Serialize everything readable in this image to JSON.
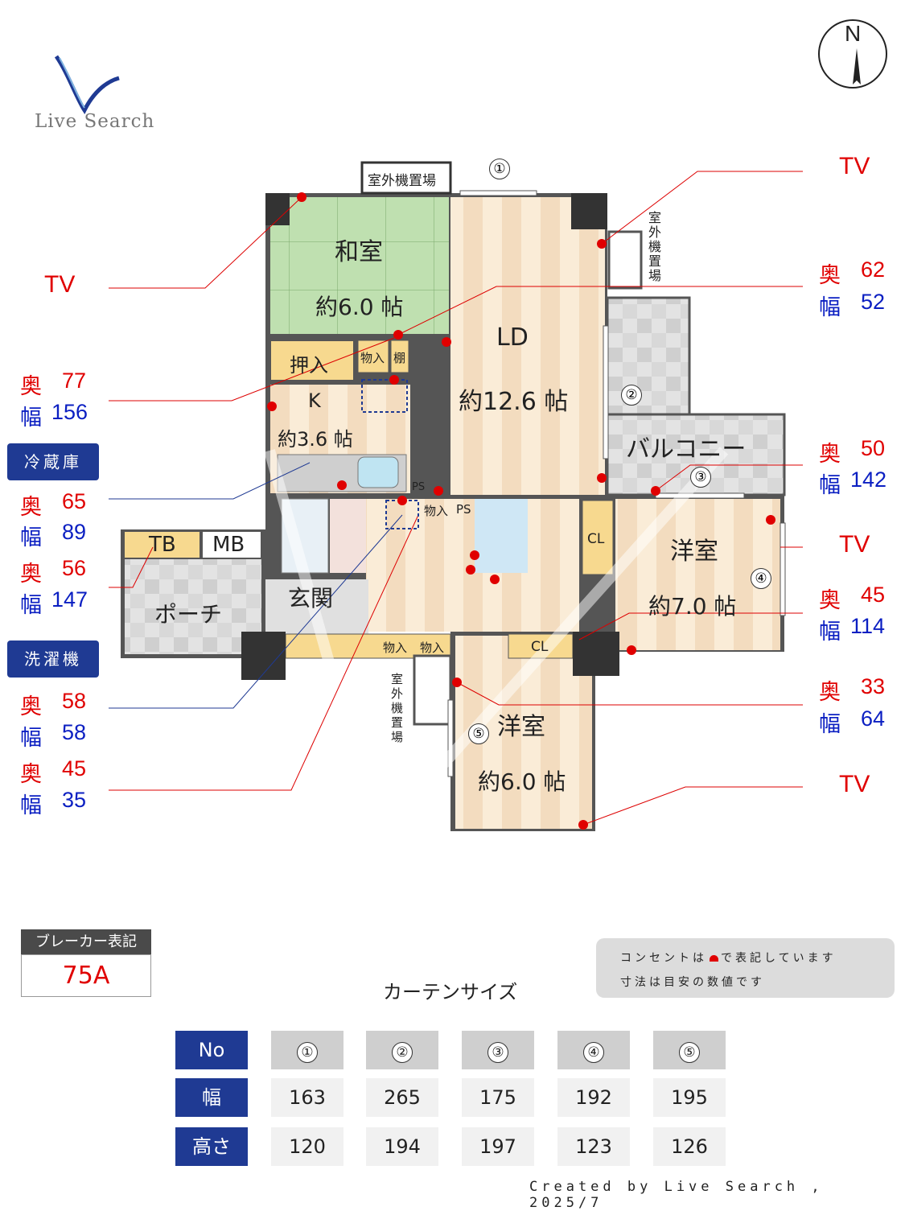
{
  "brand": {
    "name": "Live Search"
  },
  "compass": {
    "label": "N"
  },
  "rooms": {
    "washitsu": "和室",
    "washitsu_size": "約6.0 帖",
    "ld": "LD",
    "ld_size": "約12.6 帖",
    "k": "K",
    "k_size": "約3.6 帖",
    "yoshitsu1": "洋室",
    "yoshitsu1_size": "約7.0 帖",
    "yoshitsu2": "洋室",
    "yoshitsu2_size": "約6.0 帖",
    "balcony": "バルコニー",
    "genkan": "玄関",
    "porch": "ポーチ",
    "oshiire": "押入",
    "monoire": "物入",
    "tana": "棚",
    "ps": "PS",
    "cl": "CL",
    "tb": "TB",
    "mb": "MB",
    "outdoor_unit": "室外機置場",
    "outdoor_unit_v": "室外機置場"
  },
  "windows": [
    "①",
    "②",
    "③",
    "④",
    "⑤"
  ],
  "annotations": {
    "tv": "TV",
    "oku": "奥",
    "haba": "幅",
    "left": [
      {
        "oku": "77",
        "haba": "156"
      },
      {
        "oku": "65",
        "haba": "89"
      },
      {
        "oku": "56",
        "haba": "147"
      },
      {
        "oku": "58",
        "haba": "58"
      },
      {
        "oku": "45",
        "haba": "35"
      }
    ],
    "right": [
      {
        "oku": "62",
        "haba": "52"
      },
      {
        "oku": "50",
        "haba": "142"
      },
      {
        "oku": "45",
        "haba": "114"
      },
      {
        "oku": "33",
        "haba": "64"
      }
    ],
    "fridge": "冷蔵庫",
    "washer": "洗濯機"
  },
  "breaker": {
    "label": "ブレーカー表記",
    "value": "75A"
  },
  "note": {
    "line1": "コンセントは",
    "line1b": "で表記しています",
    "line2": "寸法は目安の数値です"
  },
  "curtain": {
    "title": "カーテンサイズ",
    "headers": {
      "no": "No",
      "width": "幅",
      "height": "高さ"
    },
    "cols": [
      {
        "no": "①",
        "width": "163",
        "height": "120"
      },
      {
        "no": "②",
        "width": "265",
        "height": "194"
      },
      {
        "no": "③",
        "width": "175",
        "height": "197"
      },
      {
        "no": "④",
        "width": "192",
        "height": "123"
      },
      {
        "no": "⑤",
        "width": "195",
        "height": "126"
      }
    ]
  },
  "footer": "Created by Live Search , 2025/7",
  "colors": {
    "red": "#e00000",
    "blue": "#0b1fc2",
    "navy": "#1f3a93"
  }
}
